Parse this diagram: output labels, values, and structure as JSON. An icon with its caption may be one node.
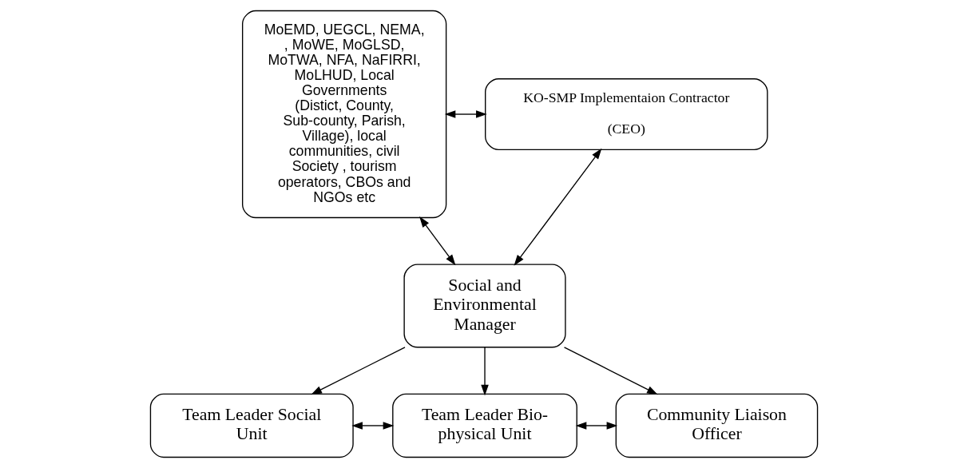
{
  "diagram": {
    "nodes": [
      {
        "text": [
          "MoEMD, UEGCL, NEMA, , MoWE, MoGLSD, MoTWA, NFA, NaFIRRI, MoLHUD, Local Governments (Distict, County, Sub-county, Parish, Village), local communities, civil Society , tourism operators, CBOs and NGOs etc"
        ]
      },
      {
        "text": [
          "KO-SMP Implementaion Contractor",
          "(CEO)"
        ]
      },
      {
        "text": [
          "Social and Environmental Manager"
        ]
      },
      {
        "text": [
          "Team Leader Social Unit"
        ]
      },
      {
        "text": [
          "Team Leader Bio-physical Unit"
        ]
      },
      {
        "text": [
          "Community Liaison Officer"
        ]
      }
    ],
    "edges": [
      {
        "from": 0,
        "to": 1,
        "arrow": "both"
      },
      {
        "from": 1,
        "to": 2,
        "arrow": "both"
      },
      {
        "from": 0,
        "to": 2,
        "arrow": "both"
      },
      {
        "from": 2,
        "to": 3,
        "arrow": "to"
      },
      {
        "from": 2,
        "to": 4,
        "arrow": "to"
      },
      {
        "from": 2,
        "to": 5,
        "arrow": "to"
      },
      {
        "from": 3,
        "to": 4,
        "arrow": "both"
      },
      {
        "from": 4,
        "to": 5,
        "arrow": "both"
      }
    ]
  }
}
